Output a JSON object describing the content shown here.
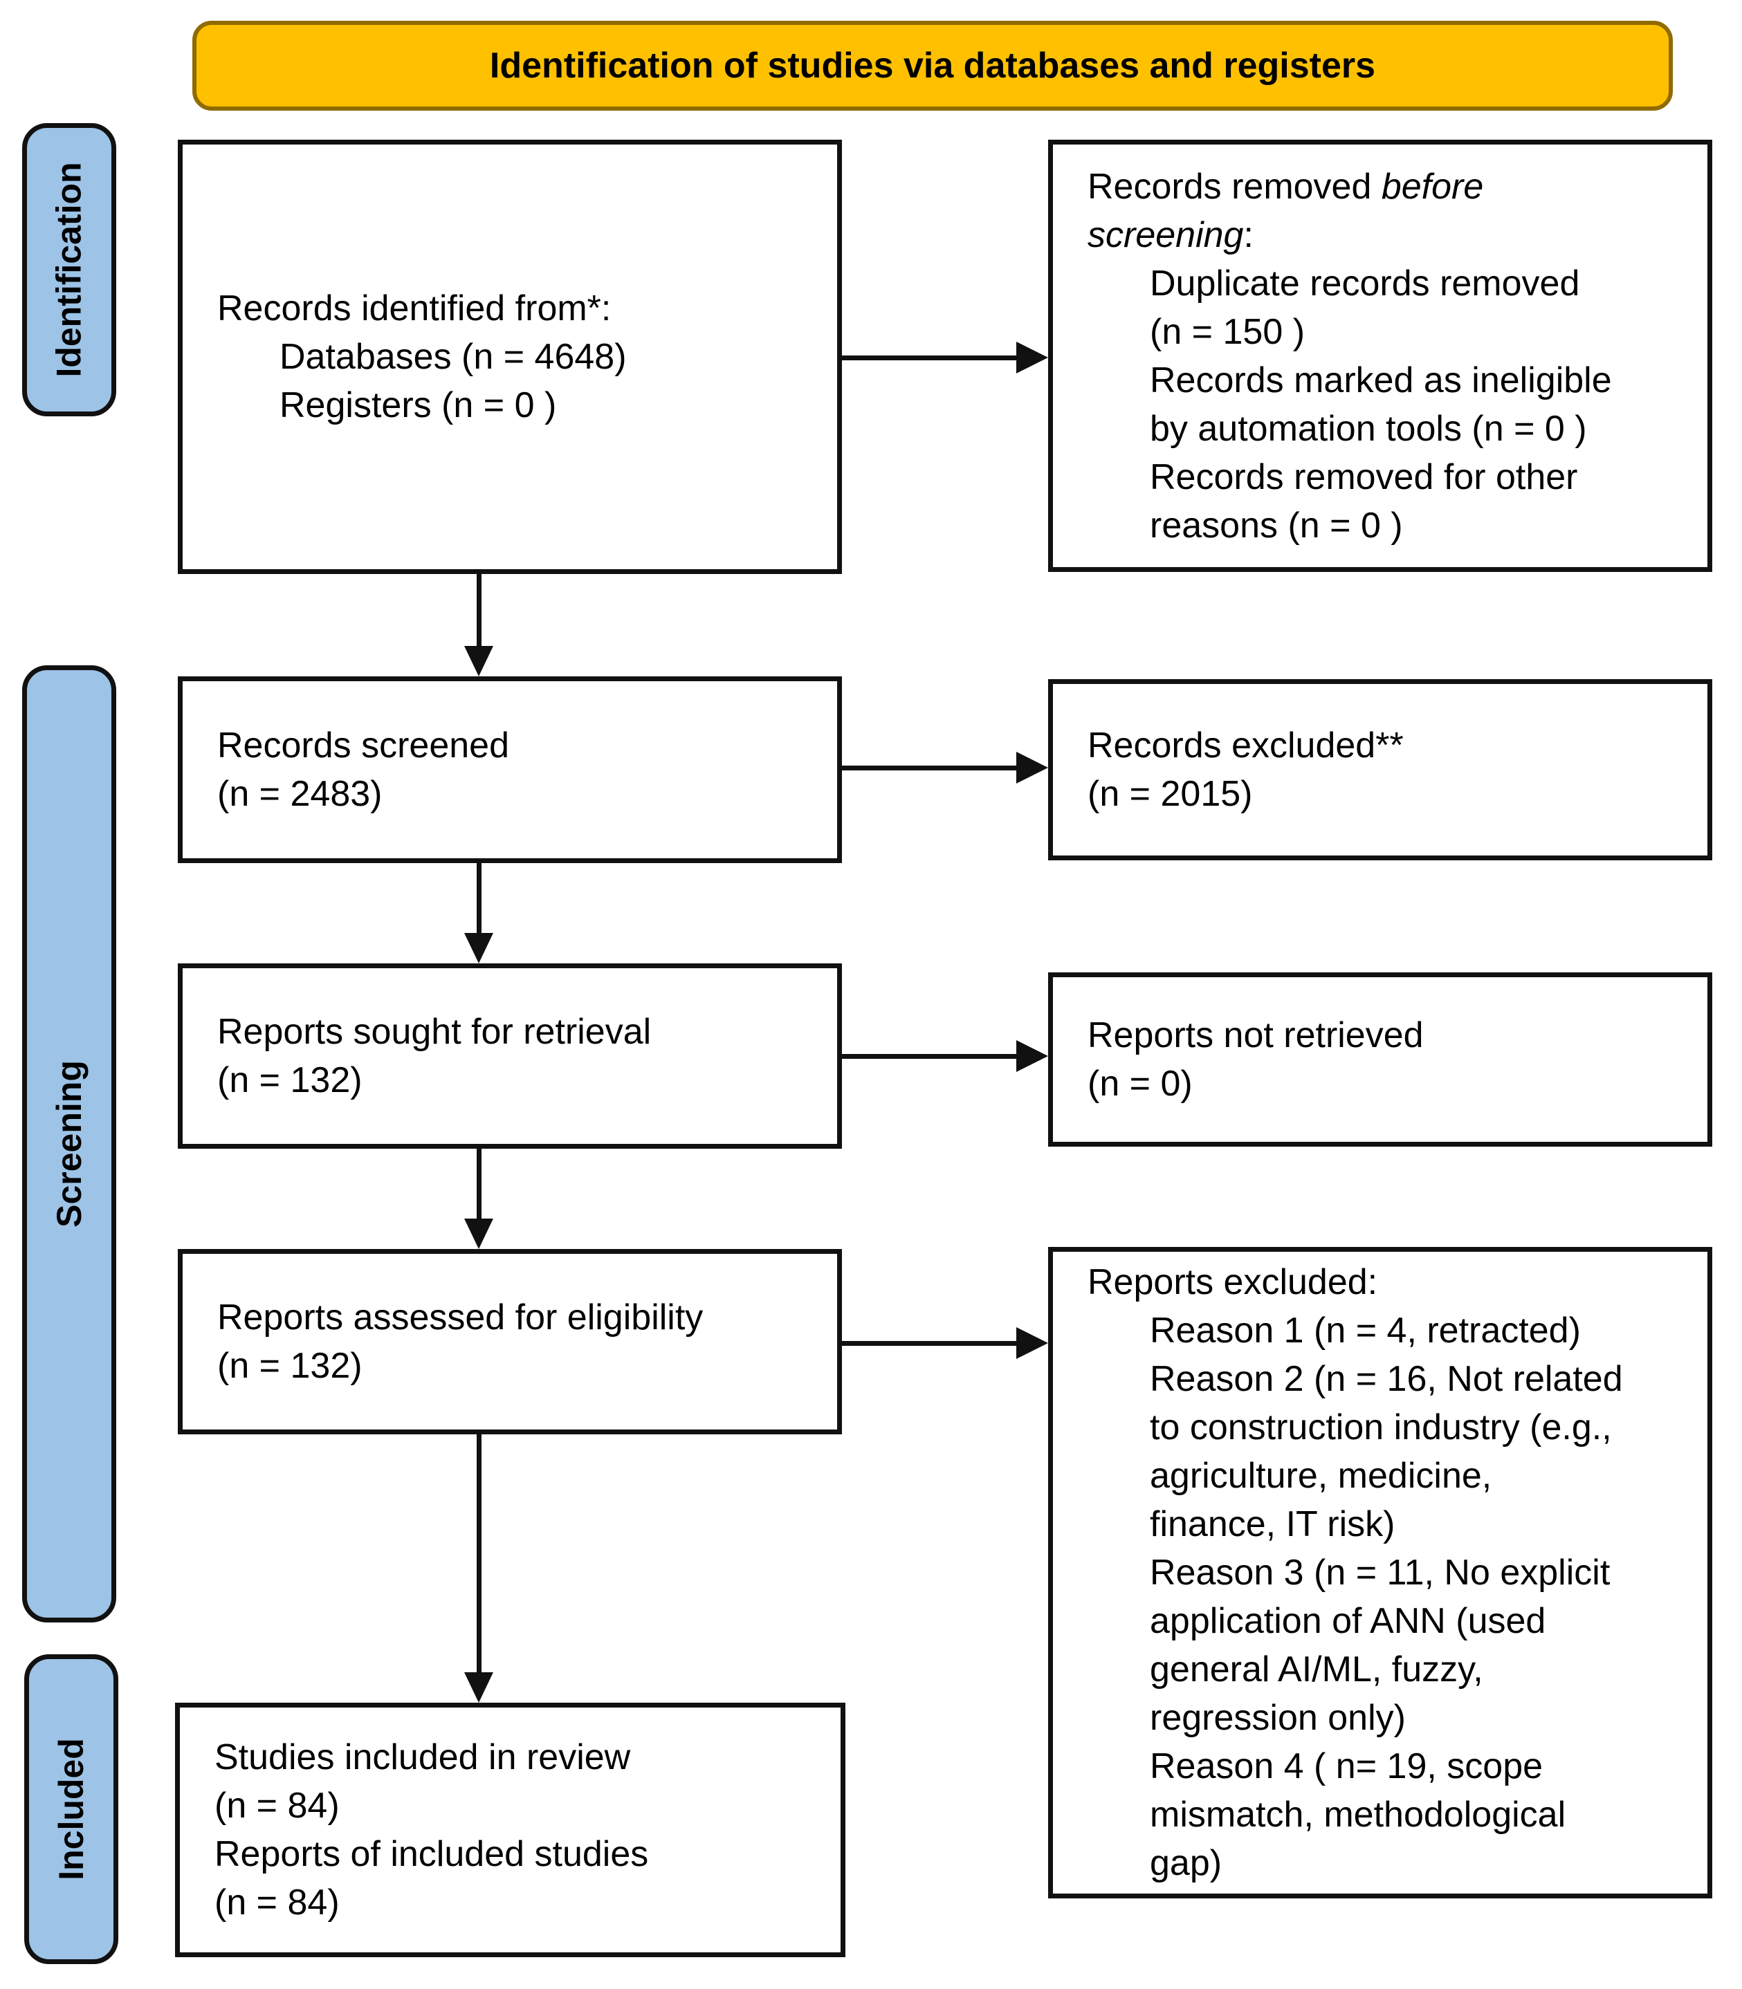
{
  "title": "Identification of studies via databases and registers",
  "colors": {
    "banner": "#FFC000",
    "banner_border": "#8F6B00",
    "sidebar_fill": "#9DC3E6",
    "line_color": "#111111"
  },
  "sidebar": {
    "identification": "Identification",
    "screening": "Screening",
    "included": "Included"
  },
  "boxes": {
    "records_identified": {
      "lines": [
        {
          "ind": 0,
          "segs": [
            {
              "t": "Records identified from*:"
            }
          ]
        },
        {
          "ind": 1,
          "segs": [
            {
              "t": "Databases (n = 4648)"
            }
          ]
        },
        {
          "ind": 1,
          "segs": [
            {
              "t": "Registers (n = 0 )"
            }
          ]
        }
      ]
    },
    "records_removed": {
      "lines": [
        {
          "ind": 0,
          "segs": [
            {
              "t": "Records removed "
            },
            {
              "t": "before",
              "i": true
            }
          ]
        },
        {
          "ind": 0,
          "segs": [
            {
              "t": "screening",
              "i": true
            },
            {
              "t": ":"
            }
          ]
        },
        {
          "ind": 1,
          "segs": [
            {
              "t": "Duplicate records removed"
            }
          ]
        },
        {
          "ind": 1,
          "segs": [
            {
              "t": "(n = 150 )"
            }
          ]
        },
        {
          "ind": 1,
          "segs": [
            {
              "t": "Records marked as ineligible"
            }
          ]
        },
        {
          "ind": 1,
          "segs": [
            {
              "t": "by automation tools (n = 0 )"
            }
          ]
        },
        {
          "ind": 1,
          "segs": [
            {
              "t": "Records removed for other"
            }
          ]
        },
        {
          "ind": 1,
          "segs": [
            {
              "t": "reasons (n = 0 )"
            }
          ]
        }
      ]
    },
    "records_screened": {
      "lines": [
        {
          "ind": 0,
          "segs": [
            {
              "t": "Records screened"
            }
          ]
        },
        {
          "ind": 0,
          "segs": [
            {
              "t": "(n = 2483)"
            }
          ]
        }
      ]
    },
    "records_excluded": {
      "lines": [
        {
          "ind": 0,
          "segs": [
            {
              "t": "Records excluded**"
            }
          ]
        },
        {
          "ind": 0,
          "segs": [
            {
              "t": "(n = 2015)"
            }
          ]
        }
      ]
    },
    "reports_sought": {
      "lines": [
        {
          "ind": 0,
          "segs": [
            {
              "t": "Reports sought for retrieval"
            }
          ]
        },
        {
          "ind": 0,
          "segs": [
            {
              "t": "(n = 132)"
            }
          ]
        }
      ]
    },
    "reports_not_retrieved": {
      "lines": [
        {
          "ind": 0,
          "segs": [
            {
              "t": "Reports not retrieved"
            }
          ]
        },
        {
          "ind": 0,
          "segs": [
            {
              "t": "(n = 0)"
            }
          ]
        }
      ]
    },
    "reports_assessed": {
      "lines": [
        {
          "ind": 0,
          "segs": [
            {
              "t": "Reports assessed for eligibility"
            }
          ]
        },
        {
          "ind": 0,
          "segs": [
            {
              "t": "(n = 132)"
            }
          ]
        }
      ]
    },
    "reports_excluded": {
      "lines": [
        {
          "ind": 0,
          "segs": [
            {
              "t": "Reports excluded:"
            }
          ]
        },
        {
          "ind": 1,
          "segs": [
            {
              "t": "Reason 1 (n = 4, retracted)"
            }
          ]
        },
        {
          "ind": 1,
          "segs": [
            {
              "t": "Reason 2 (n = 16, Not related"
            }
          ]
        },
        {
          "ind": 1,
          "segs": [
            {
              "t": "to construction industry (e.g.,"
            }
          ]
        },
        {
          "ind": 1,
          "segs": [
            {
              "t": "agriculture, medicine,"
            }
          ]
        },
        {
          "ind": 1,
          "segs": [
            {
              "t": "finance, IT risk)"
            }
          ]
        },
        {
          "ind": 1,
          "segs": [
            {
              "t": "Reason 3 (n = 11, No explicit"
            }
          ]
        },
        {
          "ind": 1,
          "segs": [
            {
              "t": "application of ANN (used"
            }
          ]
        },
        {
          "ind": 1,
          "segs": [
            {
              "t": "general AI/ML, fuzzy,"
            }
          ]
        },
        {
          "ind": 1,
          "segs": [
            {
              "t": "regression only)"
            }
          ]
        },
        {
          "ind": 1,
          "segs": [
            {
              "t": "Reason 4 ( n= 19, scope"
            }
          ]
        },
        {
          "ind": 1,
          "segs": [
            {
              "t": "mismatch, methodological"
            }
          ]
        },
        {
          "ind": 1,
          "segs": [
            {
              "t": "gap)"
            }
          ]
        }
      ]
    },
    "studies_included": {
      "lines": [
        {
          "ind": 0,
          "segs": [
            {
              "t": "Studies included in review"
            }
          ]
        },
        {
          "ind": 0,
          "segs": [
            {
              "t": "(n = 84)"
            }
          ]
        },
        {
          "ind": 0,
          "segs": [
            {
              "t": "Reports of included studies"
            }
          ]
        },
        {
          "ind": 0,
          "segs": [
            {
              "t": "(n = 84)"
            }
          ]
        }
      ]
    }
  }
}
